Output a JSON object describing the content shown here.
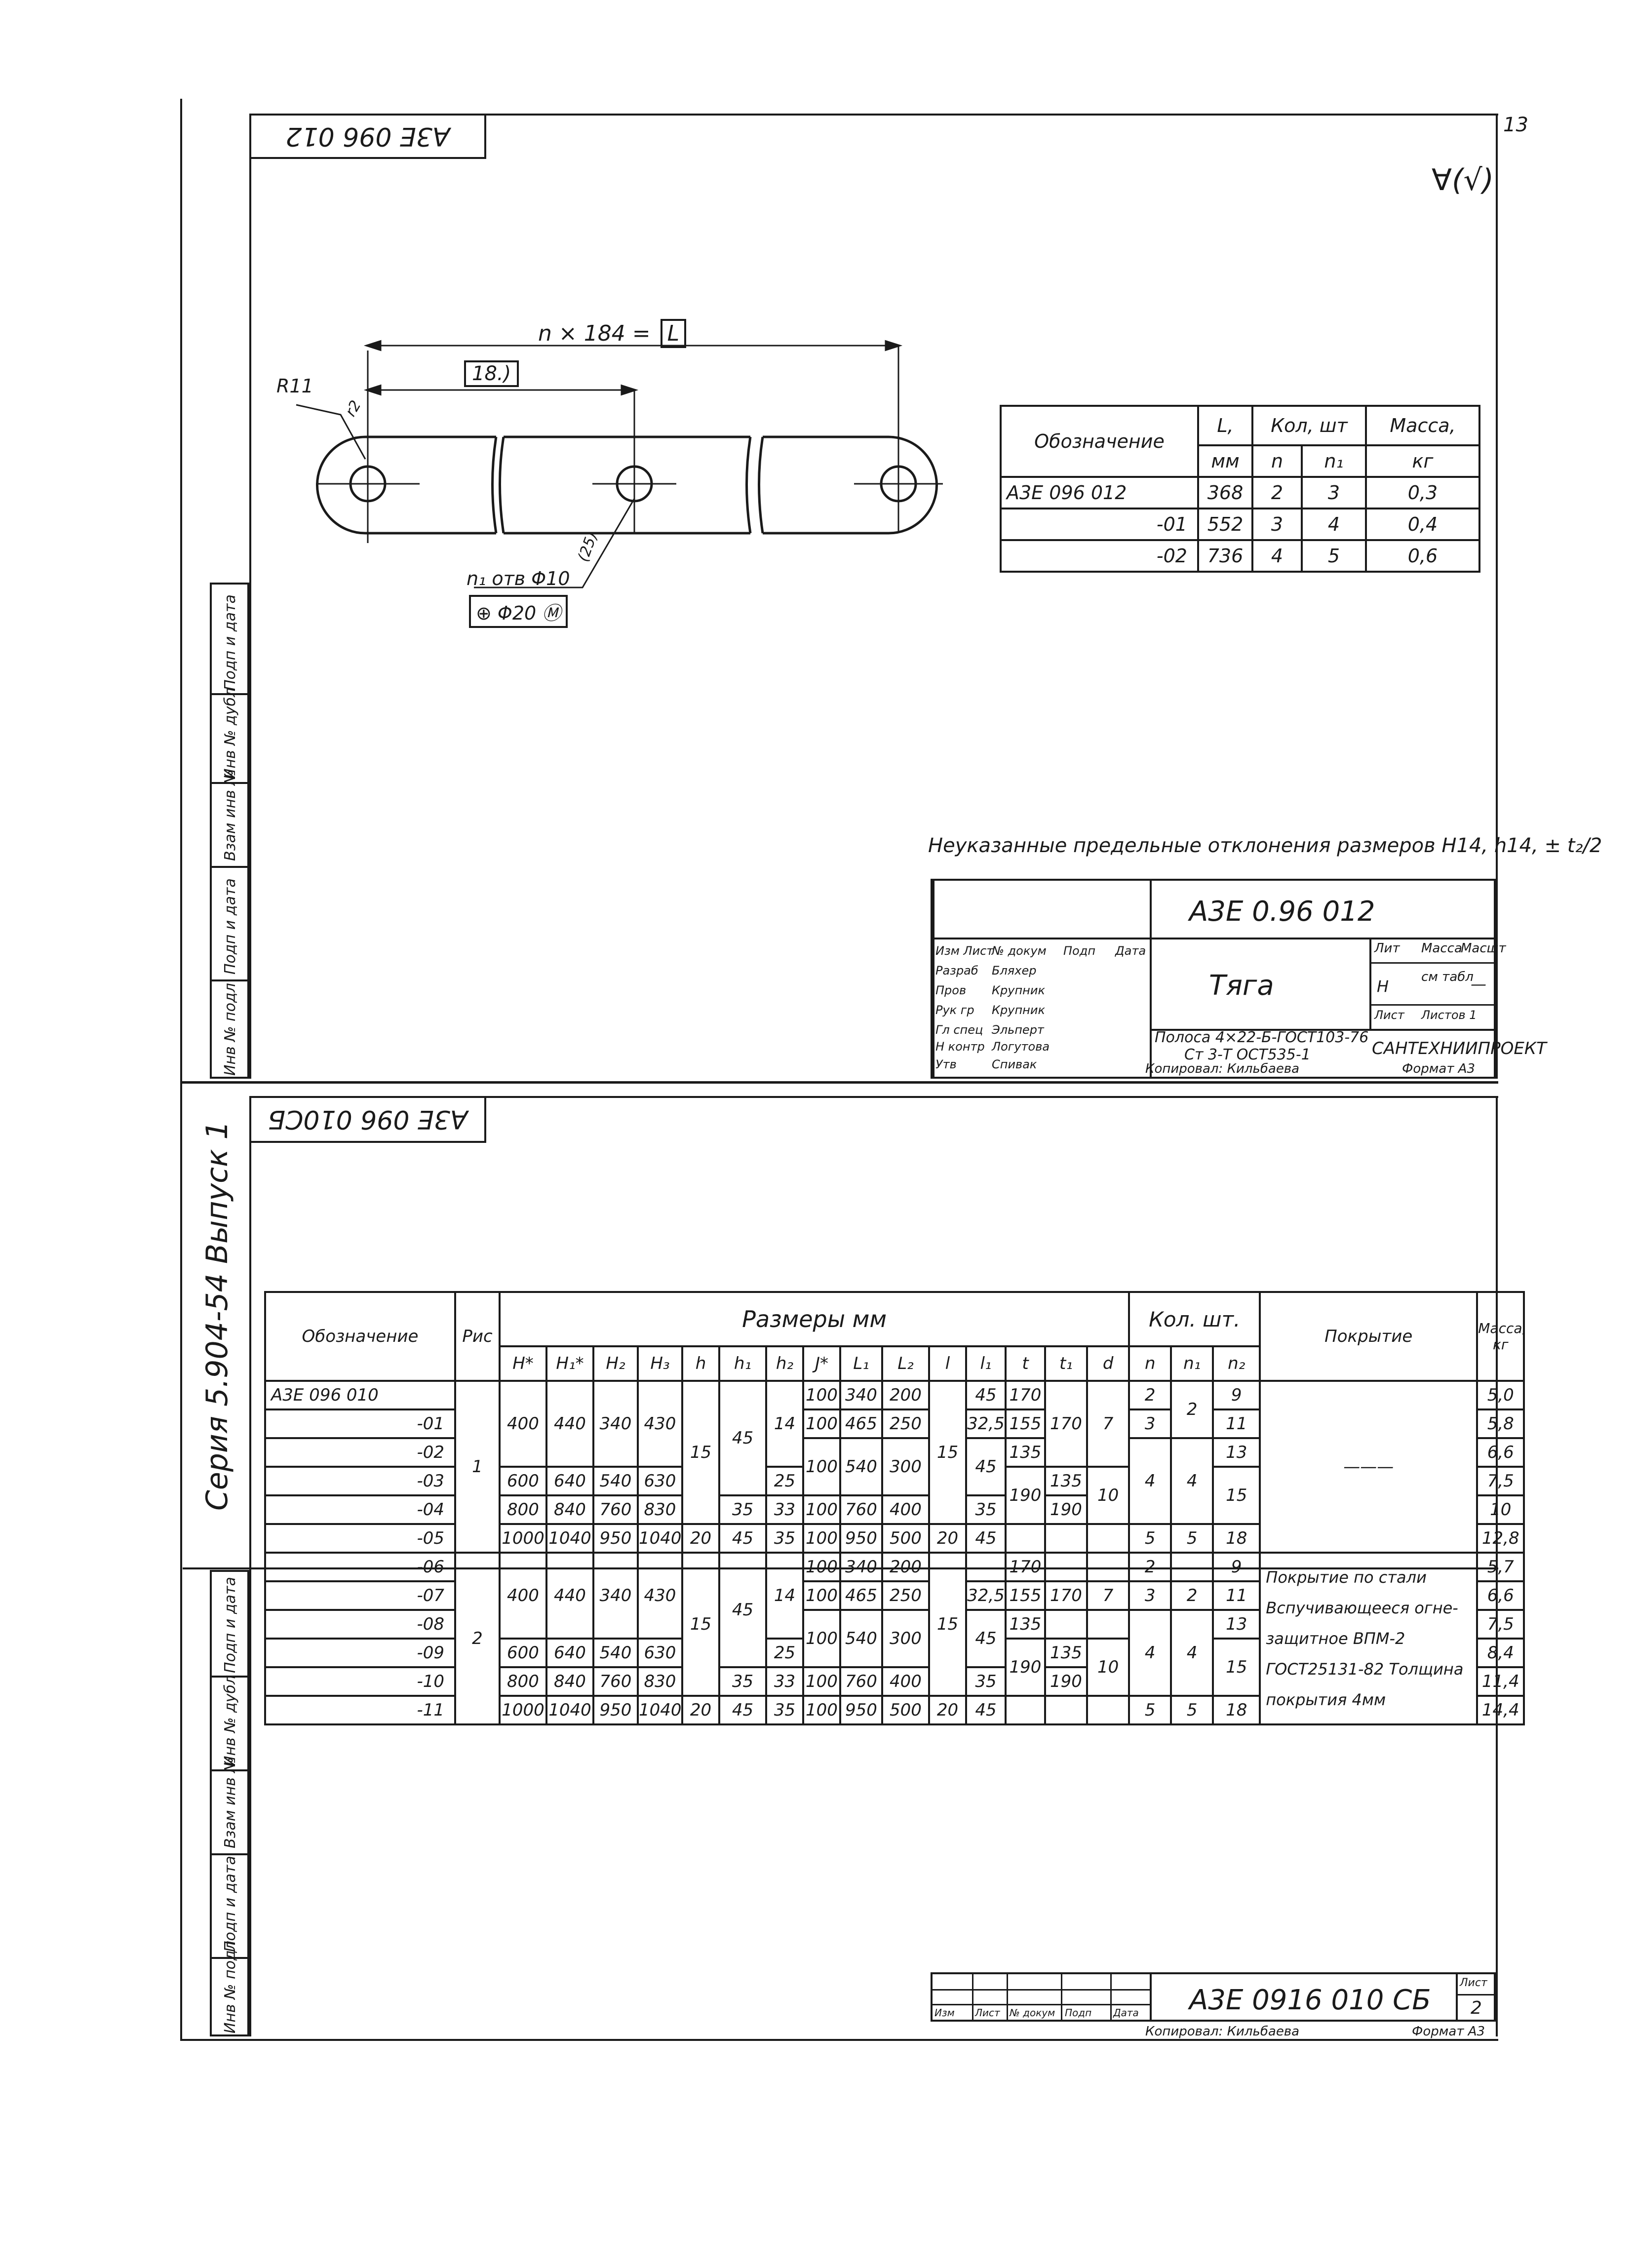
{
  "page_number": "13",
  "sheet1": {
    "corner_code": "А3Е 096 012",
    "roughness": "∀(√)",
    "dims": {
      "total": "n × 184 = ",
      "total_box": "L",
      "pitch": "18.)",
      "radius": "R11",
      "r2": "r2",
      "hole_note": "n₁ отв Φ10",
      "tol_frame": "Φ20 Ⓜ",
      "diag": "(25)"
    },
    "table": {
      "headers": {
        "designation": "Обозначение",
        "l": "L,",
        "l_unit": "мм",
        "qty": "Кол, шт",
        "n": "n",
        "n1": "n₁",
        "mass": "Масса,",
        "mass_unit": "кг"
      },
      "rows": [
        {
          "designation": "А3Е 096 012",
          "l": "368",
          "n": "2",
          "n1": "3",
          "mass": "0,3"
        },
        {
          "designation": "-01",
          "l": "552",
          "n": "3",
          "n1": "4",
          "mass": "0,4"
        },
        {
          "designation": "-02",
          "l": "736",
          "n": "4",
          "n1": "5",
          "mass": "0,6"
        }
      ]
    },
    "note": "Неуказанные предельные отклонения размеров H14, h14, ± t₂/2",
    "title_block": {
      "code": "А3Е 0.96 012",
      "name": "Тяга",
      "material_1": "Полоса 4×22-Б-ГОСТ103-76",
      "material_2": "Ст 3-Т ОСТ535-1",
      "org": "САНТЕХНИИПРОЕКТ",
      "lit": "Лит",
      "mass_label": "Масса",
      "scale_label": "Масшт",
      "lit_val": "Н",
      "mass_val": "см табл",
      "scale_val": "—",
      "sheet": "Лист",
      "sheets": "Листов 1",
      "roles": [
        "Изм Лист",
        "Разраб",
        "Пров",
        "Рук гр",
        "Гл спец",
        "Н контр",
        "Утв"
      ],
      "names": [
        "№ докум",
        "Бляхер",
        "Крупник",
        "Крупник",
        "Эльперт",
        "Логутова",
        "Спивак"
      ],
      "cols": [
        "Подп",
        "Дата"
      ],
      "copied": "Копировал: Кильбаева",
      "format": "Формат А3"
    }
  },
  "side_labels": [
    "Инв № подл",
    "Подп и дата",
    "Взам инв №",
    "Инв № дубл",
    "Подп и дата"
  ],
  "series": "Серия 5.904-54 Выпуск 1",
  "sheet2": {
    "corner_code": "А3Е 096 010СБ",
    "table": {
      "top_headers": {
        "designation": "Обозначение",
        "fig": "Рис",
        "dims": "Размеры мм",
        "qty": "Кол. шт.",
        "coating": "Покрытие",
        "mass": "Масса, кг"
      },
      "sub_headers": [
        "H*",
        "H₁*",
        "H₂",
        "H₃",
        "h",
        "h₁",
        "h₂",
        "J*",
        "L₁",
        "L₂",
        "l",
        "l₁",
        "t",
        "t₁",
        "d",
        "n",
        "n₁",
        "n₂"
      ],
      "rows": [
        {
          "des": "А3Е 096 010",
          "J": "100",
          "L1": "340",
          "L2": "200",
          "l1": "45",
          "t": "170",
          "n": "2",
          "n2": "9",
          "mass": "5,0"
        },
        {
          "des": "-01",
          "J": "100",
          "L1": "465",
          "L2": "250",
          "l1": "32,5",
          "t": "155",
          "n": "3",
          "n1": "2",
          "n2": "11",
          "mass": "5,8"
        },
        {
          "des": "-02",
          "n2": "13",
          "mass": "6,6"
        },
        {
          "des": "-03",
          "H": "600",
          "H1": "640",
          "H2": "540",
          "H3": "630",
          "h2": "25",
          "mass": "7,5"
        },
        {
          "des": "-04",
          "H": "800",
          "H1": "840",
          "H2": "760",
          "H3": "830",
          "h1": "35",
          "h2": "33",
          "J": "100",
          "L1": "760",
          "L2": "400",
          "l1": "35",
          "mass": "10"
        },
        {
          "des": "-05",
          "H": "1000",
          "H1": "1040",
          "H2": "950",
          "H3": "1040",
          "h": "20",
          "h1": "45",
          "h2": "35",
          "J": "100",
          "L1": "950",
          "L2": "500",
          "l": "20",
          "n": "5",
          "n1": "5",
          "n2": "18",
          "mass": "12,8"
        },
        {
          "des": "-06",
          "J": "100",
          "L1": "340",
          "L2": "200",
          "t": "170",
          "n": "2",
          "n2": "9",
          "mass": "5,7"
        },
        {
          "des": "-07",
          "J": "100",
          "L1": "465",
          "L2": "250",
          "l1": "32,5",
          "t": "155",
          "t1": "170",
          "d": "7",
          "n": "3",
          "n1": "2",
          "n2": "11",
          "mass": "6,6"
        },
        {
          "des": "-08",
          "n2": "13",
          "mass": "7,5"
        },
        {
          "des": "-09",
          "H": "600",
          "H1": "640",
          "H2": "540",
          "H3": "630",
          "h2": "25",
          "mass": "8,4"
        },
        {
          "des": "-10",
          "H": "800",
          "H1": "840",
          "H2": "760",
          "H3": "830",
          "h1": "35",
          "h2": "33",
          "J": "100",
          "L1": "760",
          "L2": "400",
          "l1": "35",
          "mass": "11,4"
        },
        {
          "des": "-11",
          "H": "1000",
          "H1": "1040",
          "H2": "950",
          "H3": "1040",
          "h": "20",
          "h1": "45",
          "h2": "35",
          "J": "100",
          "L1": "950",
          "L2": "500",
          "l": "20",
          "l1": "45",
          "n": "5",
          "n1": "5",
          "n2": "18",
          "mass": "14,4"
        }
      ],
      "merged": {
        "fig1": "1",
        "fig2": "2",
        "H_1": "400",
        "H1_1": "440",
        "H2_1": "340",
        "H3_1": "430",
        "H_2": "400",
        "H1_2": "440",
        "H2_2": "340",
        "H3_2": "430",
        "h_1": "15",
        "h_2": "15",
        "h1_1": "45",
        "h1_2": "45",
        "h2_1": "14",
        "h2_2": "14",
        "J_1": "100",
        "L1_1": "540",
        "L2_1": "300",
        "J_2": "100",
        "L1_2": "540",
        "L2_2": "300",
        "l_1": "15",
        "l_2": "15",
        "l1_1": "45",
        "l1_2": "45",
        "t_1": "135",
        "t_2": "135",
        "t190_1": "190",
        "t190_2": "190",
        "t1_a": "170",
        "t1_b": "135",
        "t1_c": "190",
        "t1_d": "135",
        "t1_e": "190",
        "d_1": "7",
        "d_2": "10",
        "d_3": "10",
        "n_4": "4",
        "n1_4": "4",
        "n2_15": "15",
        "l1_45b": "45",
        "coat_dash": "———",
        "coat_lines": [
          "Покрытие по стали",
          "Вспучивающееся огне-",
          "защитное ВПМ-2",
          "ГОСТ25131-82 Толщина",
          "покрытия 4мм"
        ]
      }
    },
    "title_block": {
      "code": "А3Е 0916 010 СБ",
      "sheet_label": "Лист",
      "sheet_no": "2",
      "cols": [
        "Изм",
        "Лист",
        "№ докум",
        "Подп",
        "Дата"
      ],
      "copied": "Копировал: Кильбаева",
      "format": "Формат А3"
    }
  }
}
